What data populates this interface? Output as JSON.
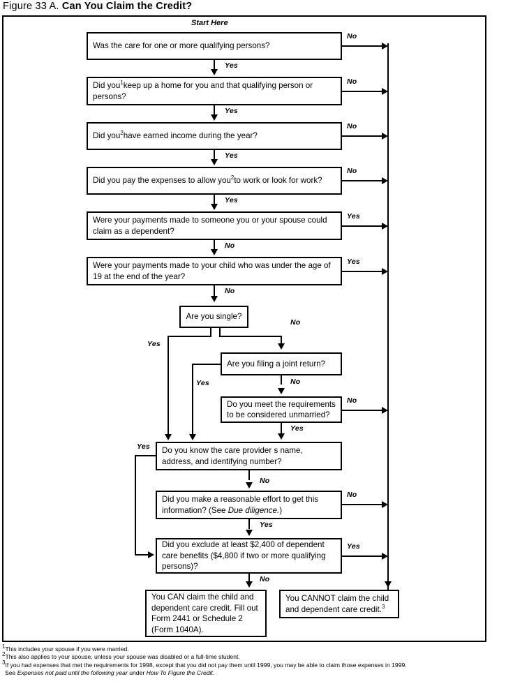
{
  "title": {
    "prefix": "Figure 33 A.",
    "bold": "Can You Claim the Credit?"
  },
  "start_label": "Start Here",
  "nodes": {
    "q1": "Was the care for one or more qualifying persons?",
    "q2_a": "Did you",
    "q2_sup": "1",
    "q2_b": "keep up a home for you and that qualifying person or persons?",
    "q3_a": "Did you",
    "q3_sup": "2",
    "q3_b": "have earned income during the year?",
    "q4_a": "Did you pay the expenses to allow you",
    "q4_sup": "2",
    "q4_b": "to work or look for work?",
    "q5": "Were your payments made to someone you or your spouse could claim as a dependent?",
    "q6": "Were your payments made to your child who was under the age of 19 at the end of the year?",
    "q7": "Are you single?",
    "q8": "Are you filing a joint return?",
    "q9": "Do you meet the requirements to be considered unmarried?",
    "q10": "Do you know the care provider s name, address, and identifying number?",
    "q11_a": "Did you make a reasonable effort to get this information? (See ",
    "q11_it": "Due diligence.",
    "q11_b": ")",
    "q12": "Did you exclude at least $2,400 of dependent care benefits ($4,800 if two or more qualifying persons)?",
    "can": "You CAN claim the child and dependent care credit. Fill out Form 2441 or Schedule 2 (Form 1040A).",
    "cannot_a": "You CANNOT claim the child and dependent care credit.",
    "cannot_sup": "3"
  },
  "edge_labels": {
    "no1": "No",
    "yes1": "Yes",
    "no2": "No",
    "yes2": "Yes",
    "no3": "No",
    "yes3": "Yes",
    "no4": "No",
    "yes4": "Yes",
    "yes5": "Yes",
    "no5": "No",
    "yes6": "Yes",
    "no6": "No",
    "yes7": "Yes",
    "no7": "No",
    "no8": "No",
    "yes8": "Yes",
    "no9": "No",
    "yes9": "Yes",
    "yes10": "Yes",
    "no10": "No",
    "no11": "No",
    "yes11": "Yes",
    "yes12": "Yes",
    "no12": "No"
  },
  "footnotes": {
    "n1_sup": "1",
    "n1": "This includes your spouse if you were married.",
    "n2_sup": "2",
    "n2": "This also applies to your spouse, unless your spouse was disabled or a full-time student.",
    "n3_sup": "3",
    "n3": "If you had expenses that met the requirements for 1998, except that you did not pay them until 1999, you may be able to claim those expenses in 1999.",
    "n3b_pre": "See ",
    "n3b_it1": "Expenses not paid until the following year",
    "n3b_mid": " under ",
    "n3b_it2": "How To Figure the Credit",
    "n3b_end": "."
  },
  "colors": {
    "ink": "#000000",
    "paper": "#ffffff"
  }
}
